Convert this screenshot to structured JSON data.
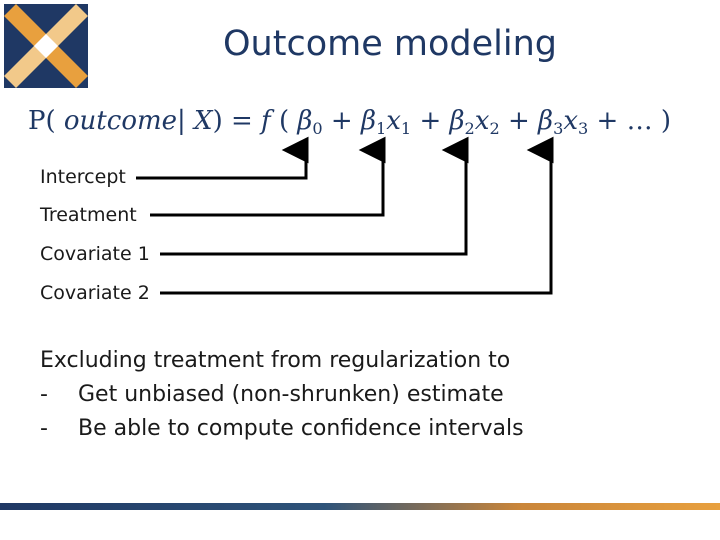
{
  "slide": {
    "title": "Outcome modeling",
    "colors": {
      "title": "#1f3864",
      "logo_blue": "#1f3864",
      "logo_orange": "#e8a03e"
    }
  },
  "equation": {
    "lhs_open": "P(",
    "lhs_term": "outcome",
    "lhs_bar": "|",
    "lhs_var": "X",
    "lhs_close": ")",
    "equals": "=",
    "func": "f",
    "func_open": "(",
    "b0": "β",
    "b0_sub": "0",
    "plus1": "+",
    "b1": "β",
    "b1_sub": "1",
    "x1": "x",
    "x1_sub": "1",
    "plus2": "+",
    "b2": "β",
    "b2_sub": "2",
    "x2": "x",
    "x2_sub": "2",
    "plus3": "+",
    "b3": "β",
    "b3_sub": "3",
    "x3": "x",
    "x3_sub": "3",
    "plus4": "+",
    "ellipsis": "…",
    "func_close": ")"
  },
  "labels": [
    "Intercept",
    "Treatment",
    "Covariate 1",
    "Covariate 2"
  ],
  "notes": {
    "heading": "Excluding treatment from regularization to",
    "bullets": [
      {
        "dash": "-",
        "text": "Get unbiased (non-shrunken) estimate"
      },
      {
        "dash": "-",
        "text": "Be able to compute confidence intervals"
      }
    ]
  }
}
